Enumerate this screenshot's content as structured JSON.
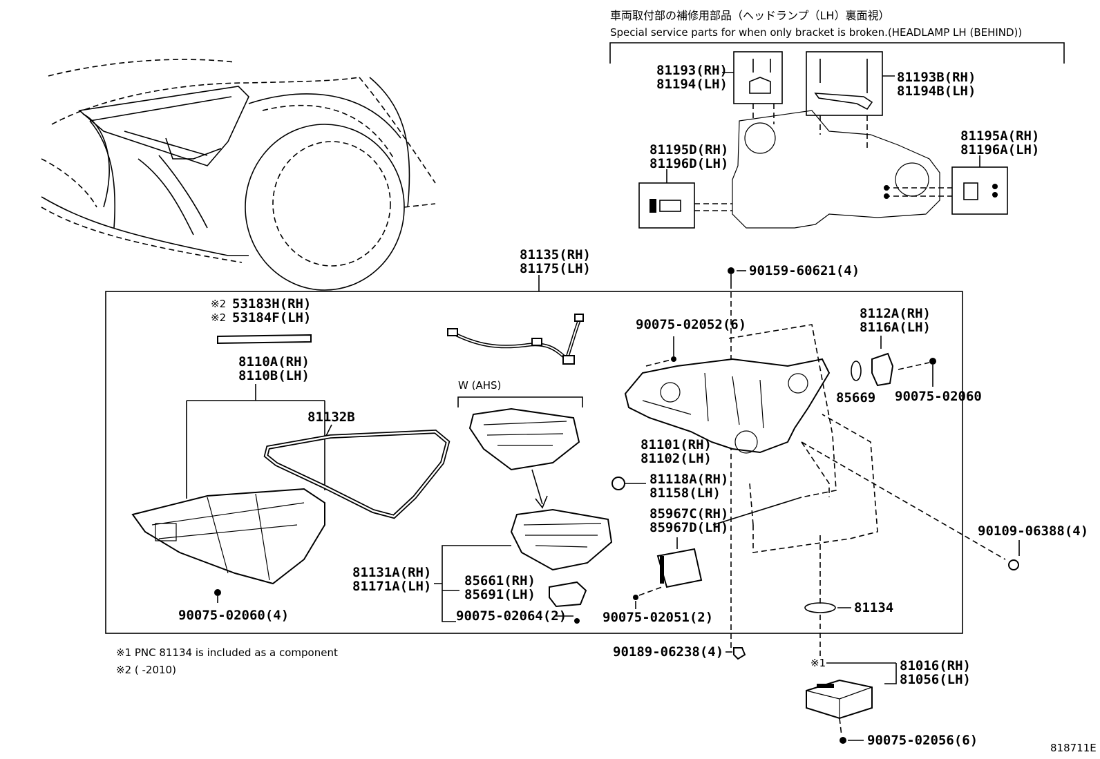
{
  "header": {
    "title_jp": "車両取付部の補修用部品（ヘッドランプ（LH）裏面視）",
    "title_en": "Special service parts for when only bracket is broken.(HEADLAMP LH (BEHIND))"
  },
  "labels": {
    "p81193": "81193(RH)",
    "p81194": "81194(LH)",
    "p81193B": "81193B(RH)",
    "p81194B": "81194B(LH)",
    "p81195D": "81195D(RH)",
    "p81196D": "81196D(LH)",
    "p81195A": "81195A(RH)",
    "p81196A": "81196A(LH)",
    "p81135": "81135(RH)",
    "p81175": "81175(LH)",
    "p90159": "90159-60621(4)",
    "p53183": "53183H(RH)",
    "p53184": "53184F(LH)",
    "p8110A": "8110A(RH)",
    "p8110B": "8110B(LH)",
    "p81132B": "81132B",
    "wahs": "W (AHS)",
    "p90075_02052": "90075-02052(6)",
    "p8112A": "8112A(RH)",
    "p8116A": "8116A(LH)",
    "p85669": "85669",
    "p90075_02060a": "90075-02060",
    "p81101": "81101(RH)",
    "p81102": "81102(LH)",
    "p81118A": "81118A(RH)",
    "p81158": "81158(LH)",
    "p85967C": "85967C(RH)",
    "p85967D": "85967D(LH)",
    "p90109": "90109-06388(4)",
    "p81131A": "81131A(RH)",
    "p81171A": "81171A(LH)",
    "p85661": "85661(RH)",
    "p85691": "85691(LH)",
    "p90075_02064": "90075-02064(2)",
    "p90075_02060b": "90075-02060(4)",
    "p90075_02051": "90075-02051(2)",
    "p81134": "81134",
    "p90189": "90189-06238(4)",
    "mark1": "※1",
    "p81016": "81016(RH)",
    "p81056": "81056(LH)",
    "p90075_02056": "90075-02056(6)",
    "mark2a": "※2",
    "mark2b": "※2"
  },
  "notes": {
    "note1": "※1 PNC 81134 is included as a component",
    "note2": "※2 (       -2010)"
  },
  "figure_id": "818711E"
}
